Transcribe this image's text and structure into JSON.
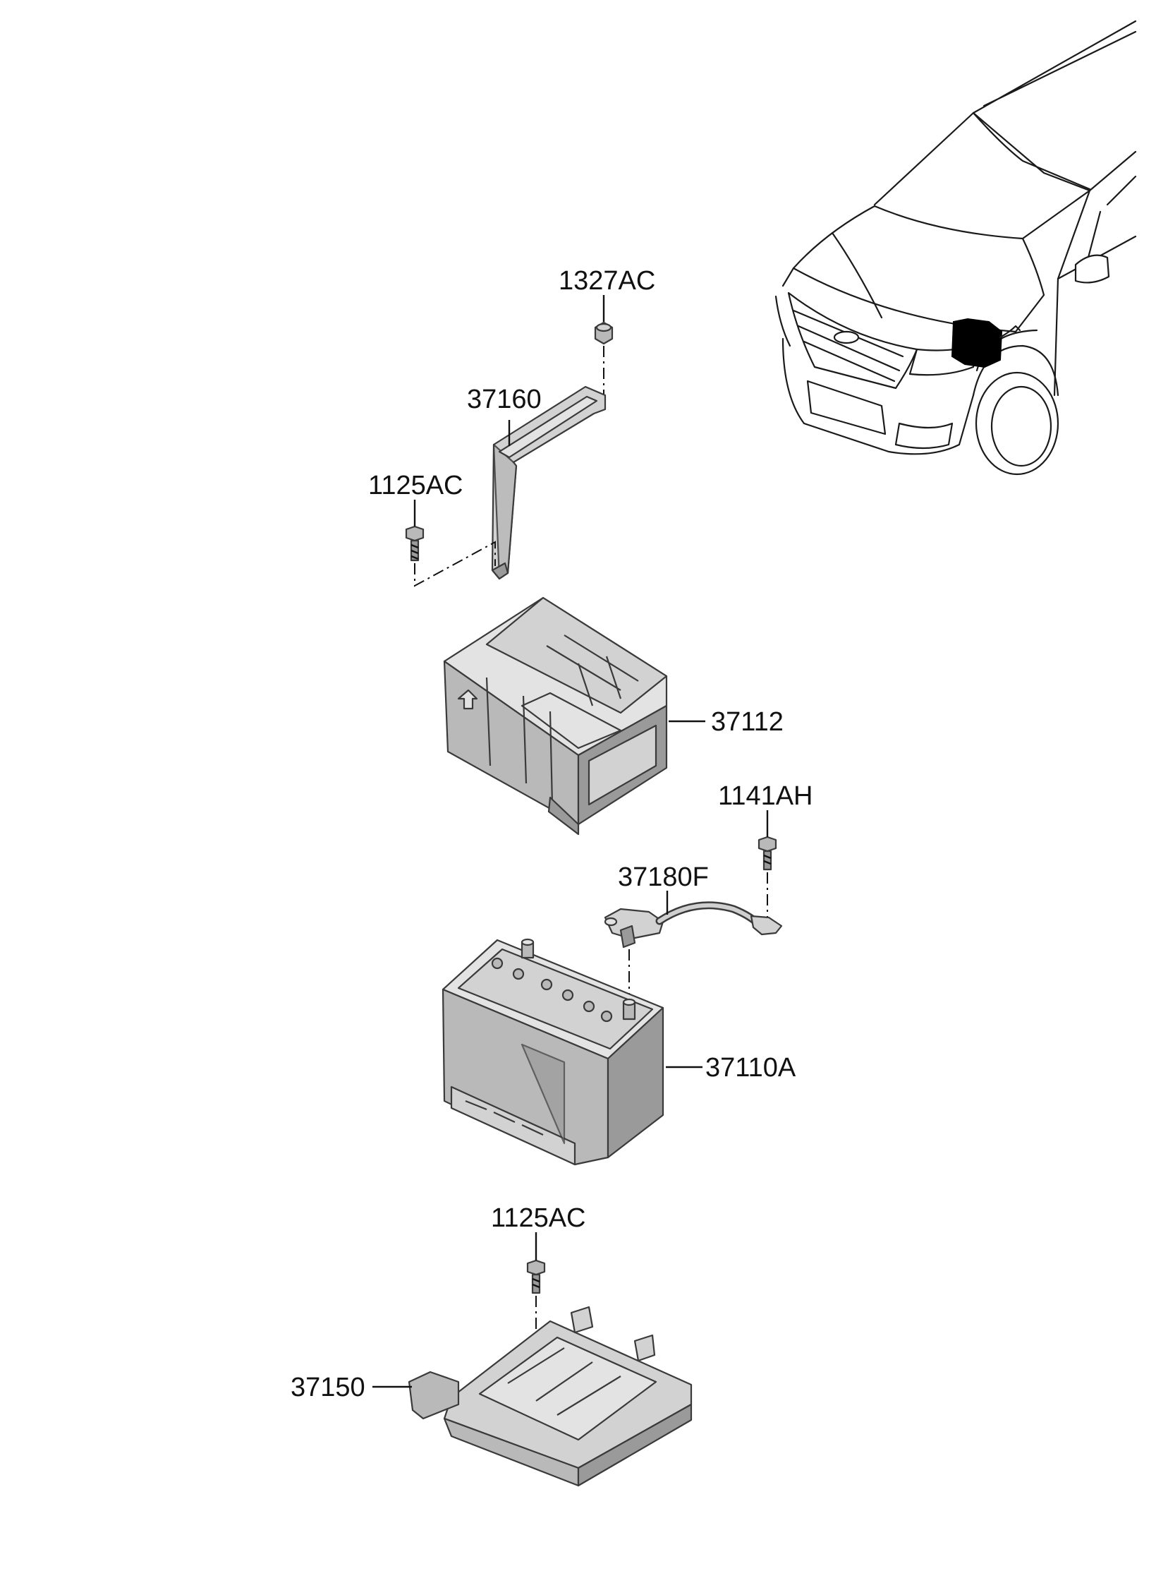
{
  "diagram": {
    "labels": {
      "nut_1327AC": "1327AC",
      "bracket_37160": "37160",
      "bolt_1125AC_top": "1125AC",
      "tray_37112": "37112",
      "bolt_1141AH": "1141AH",
      "cable_37180F": "37180F",
      "battery_37110A": "37110A",
      "bolt_1125AC_bottom": "1125AC",
      "tray_37150": "37150"
    },
    "colors": {
      "line": "#111111",
      "part_light": "#d2d2d2",
      "part_mid": "#b9b9b9",
      "part_dark": "#9a9a9a",
      "highlight": "#000000"
    }
  }
}
